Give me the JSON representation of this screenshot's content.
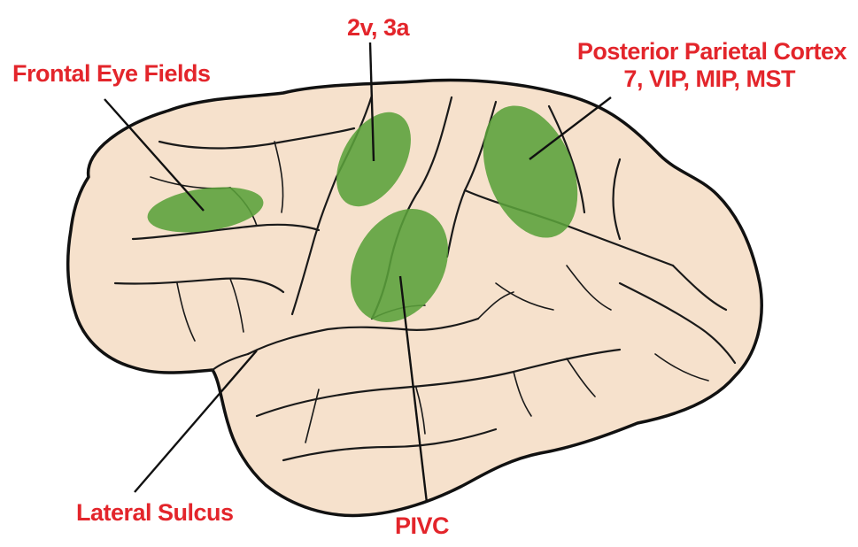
{
  "colors": {
    "label": "#e3252b",
    "region": "#5aa13a",
    "tissue": "#f6e1cc",
    "outline": "#111111"
  },
  "labels": {
    "frontal_eye_fields": "Frontal Eye Fields",
    "area_2v_3a": "2v, 3a",
    "posterior_parietal_line1": "Posterior Parietal Cortex",
    "posterior_parietal_line2": "7, VIP, MIP, MST",
    "lateral_sulcus": "Lateral Sulcus",
    "pivc": "PIVC"
  }
}
